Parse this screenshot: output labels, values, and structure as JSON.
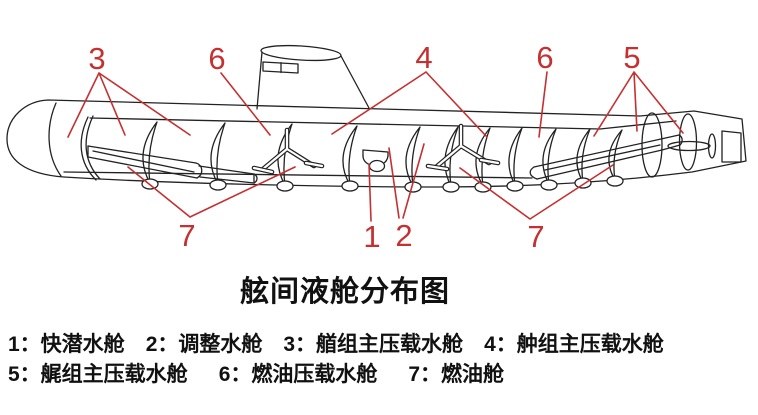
{
  "title": "舷间液舱分布图",
  "callouts": [
    {
      "num": "3"
    },
    {
      "num": "6"
    },
    {
      "num": "4"
    },
    {
      "num": "6"
    },
    {
      "num": "5"
    },
    {
      "num": "7"
    },
    {
      "num": "1"
    },
    {
      "num": "2"
    },
    {
      "num": "7"
    }
  ],
  "legend": {
    "rows": [
      {
        "items": [
          "1：快潜水舱",
          "2：调整水舱",
          "3：艏组主压载水舱",
          "4：舯组主压载水舱"
        ]
      },
      {
        "items": [
          "5：艉组主压载水舱",
          "6：燃油压载水舱",
          "7：燃油舱"
        ]
      }
    ]
  },
  "colors": {
    "callout_red": "#c53030",
    "line_art": "#222222",
    "background": "#ffffff"
  }
}
